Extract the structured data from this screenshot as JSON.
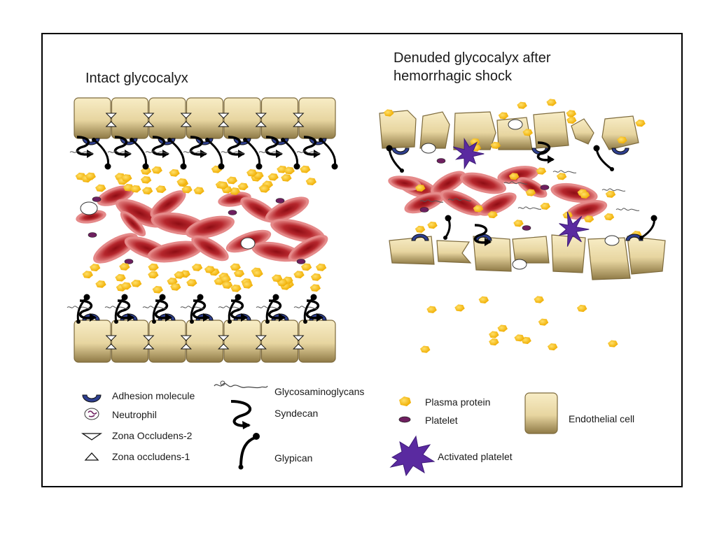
{
  "panels": {
    "left_title": "Intact glycocalyx",
    "right_title_line1": "Denuded glycocalyx after",
    "right_title_line2": "hemorrhagic shock"
  },
  "legend": {
    "adhesion_molecule": "Adhesion molecule",
    "neutrophil": "Neutrophil",
    "zona_occludens_2": "Zona Occludens-2",
    "zona_occludens_1": "Zona occludens-1",
    "glycosaminoglycans": "Glycosaminoglycans",
    "syndecan": "Syndecan",
    "glypican": "Glypican",
    "plasma_protein": "Plasma protein",
    "platelet": "Platelet",
    "activated_platelet": "Activated platelet",
    "endothelial_cell": "Endothelial cell"
  },
  "colors": {
    "endothelial_light": "#f6e9bf",
    "endothelial_dark": "#8a7644",
    "red_cell_outer": "#d96b6b",
    "red_cell_core": "#a4121b",
    "plasma_protein": "#f5b800",
    "platelet": "#6e1f5f",
    "activated_platelet": "#5a2aa0",
    "adhesion_molecule": "#2e3f8f"
  }
}
